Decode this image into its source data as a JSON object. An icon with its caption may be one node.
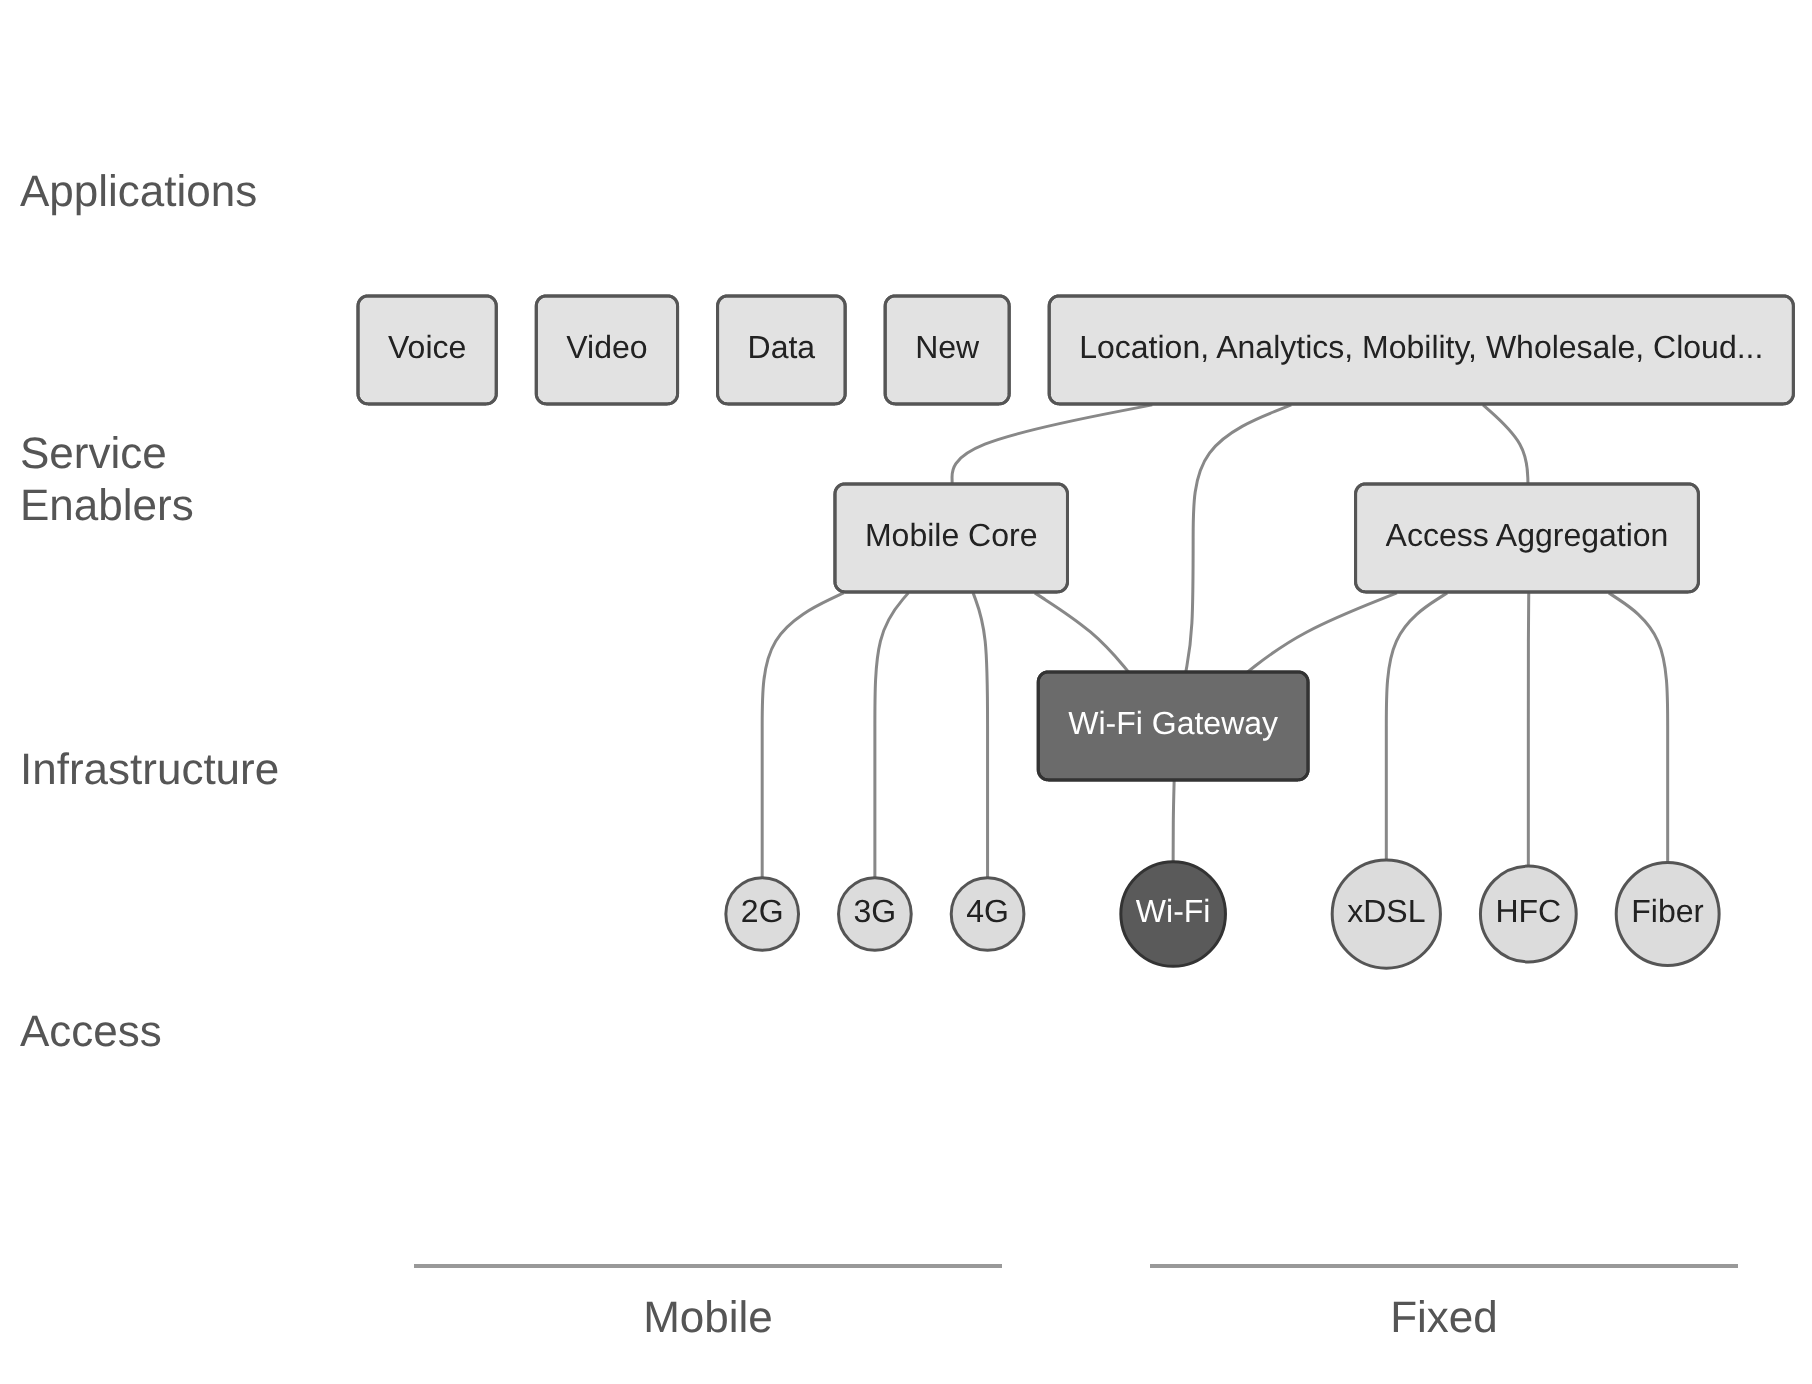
{
  "diagram": {
    "nodes": [
      {
        "text": [
          "Voice"
        ]
      },
      {
        "text": [
          "Video"
        ]
      },
      {
        "text": [
          "Data"
        ]
      },
      {
        "text": [
          "New"
        ]
      },
      {
        "text": [
          "Location, Analytics, Mobility, Wholesale, Cloud..."
        ]
      },
      {
        "text": [
          "Mobile Core"
        ]
      },
      {
        "text": [
          "Wi-Fi Gateway"
        ]
      },
      {
        "text": [
          "Access Aggregation"
        ]
      },
      {
        "text": [
          "2G"
        ]
      },
      {
        "text": [
          "3G"
        ]
      },
      {
        "text": [
          "4G"
        ]
      },
      {
        "text": [
          "Wi-Fi"
        ]
      },
      {
        "text": [
          "xDSL"
        ]
      },
      {
        "text": [
          "HFC"
        ]
      },
      {
        "text": [
          "Fiber"
        ]
      }
    ],
    "edges": [
      {
        "from": 4,
        "to": 5,
        "arrow": "none"
      },
      {
        "from": 5,
        "to": 8,
        "arrow": "none"
      },
      {
        "from": 5,
        "to": 9,
        "arrow": "none"
      },
      {
        "from": 5,
        "to": 10,
        "arrow": "none"
      },
      {
        "from": 5,
        "to": 6,
        "arrow": "none"
      },
      {
        "from": 6,
        "to": 11,
        "arrow": "none"
      },
      {
        "from": 7,
        "to": 6,
        "arrow": "none"
      },
      {
        "from": 4,
        "to": 6,
        "arrow": "none"
      },
      {
        "from": 4,
        "to": 7,
        "arrow": "none"
      },
      {
        "from": 7,
        "to": 12,
        "arrow": "none"
      },
      {
        "from": 7,
        "to": 13,
        "arrow": "none"
      },
      {
        "from": 7,
        "to": 14,
        "arrow": "none"
      }
    ],
    "labels": [
      "Applications",
      "Service Enablers",
      "Infrastructure",
      "Access",
      "Mobile",
      "Fixed"
    ]
  }
}
